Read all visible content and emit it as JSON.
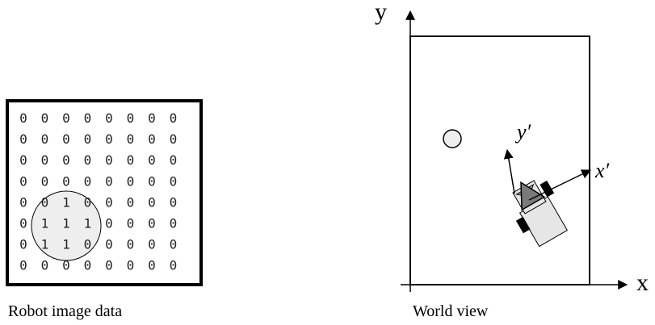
{
  "left_panel": {
    "caption": "Robot image data",
    "grid": [
      [
        "0",
        "0",
        "0",
        "0",
        "0",
        "0",
        "0",
        "0"
      ],
      [
        "0",
        "0",
        "0",
        "0",
        "0",
        "0",
        "0",
        "0"
      ],
      [
        "0",
        "0",
        "0",
        "0",
        "0",
        "0",
        "0",
        "0"
      ],
      [
        "0",
        "0",
        "0",
        "0",
        "0",
        "0",
        "0",
        "0"
      ],
      [
        "0",
        "0",
        "1",
        "0",
        "0",
        "0",
        "0",
        "0"
      ],
      [
        "0",
        "1",
        "1",
        "1",
        "0",
        "0",
        "0",
        "0"
      ],
      [
        "0",
        "1",
        "1",
        "0",
        "0",
        "0",
        "0",
        "0"
      ],
      [
        "0",
        "0",
        "0",
        "0",
        "0",
        "0",
        "0",
        "0"
      ]
    ]
  },
  "right_panel": {
    "caption": "World view",
    "x_axis_label": "x",
    "y_axis_label": "y",
    "robot_x_axis_label": "x′",
    "robot_y_axis_label": "y′"
  },
  "colors": {
    "ink": "#000000",
    "light_fill": "#e6e6e6",
    "dark_fill": "#7a7a7a",
    "ball_fill": "#eeeeee"
  }
}
